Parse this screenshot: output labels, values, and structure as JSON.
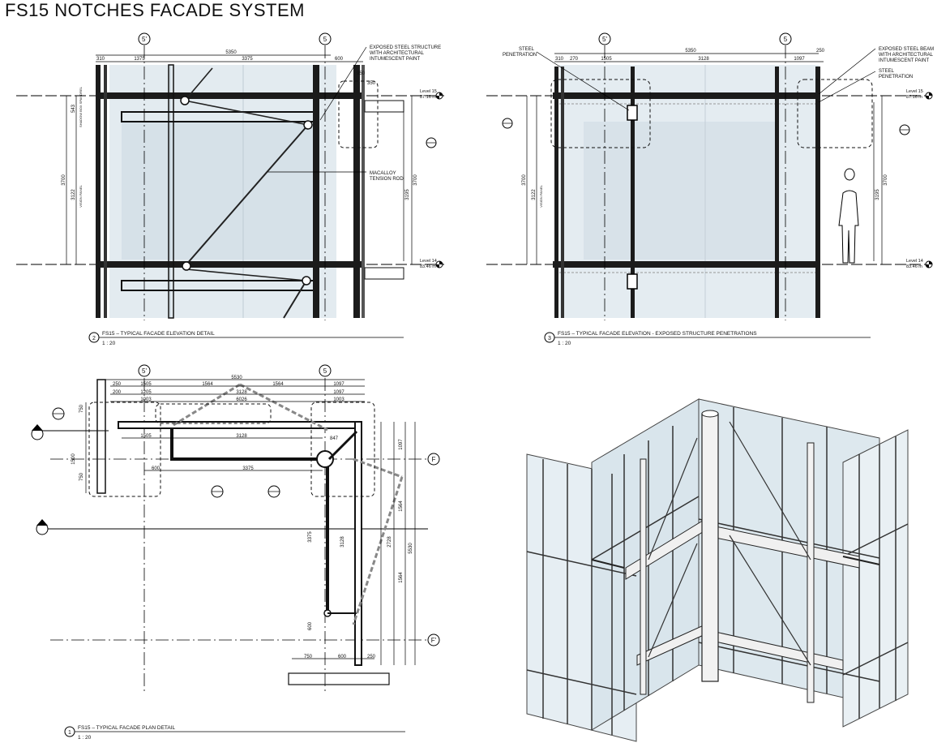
{
  "sheet": {
    "title": "FS15 NOTCHES FACADE SYSTEM"
  },
  "detail_elevation": {
    "grid_left": "5'",
    "grid_right": "5",
    "dim_total": "5350",
    "dim_left_offset": "310",
    "dim_seg_1": "1375",
    "dim_seg_2": "3375",
    "dim_seg_3": "600",
    "dim_350": "350",
    "dim_950": "950",
    "callout_steel": [
      "EXPOSED STEEL STRUCTURE",
      "WITH ARCHITECTURAL",
      "INTUMESCENT PAINT"
    ],
    "callout_rod": [
      "MACALLOY",
      "TENSION ROD"
    ],
    "level_top": "Level 15",
    "level_top_value": "87.16 m",
    "level_bottom": "Level 14",
    "level_bottom_value": "83.46 m",
    "dim_floor": "3700",
    "dim_vision": "3122",
    "dim_vision_label": "VISION PANEL",
    "dim_spandrel": "543",
    "dim_spandrel_label": "SHADOW BOX SPANDREL",
    "dim_3195": "3195",
    "caption_number": "2",
    "caption_title": "FS15 – TYPICAL FACADE ELEVATION DETAIL",
    "caption_scale": "1 : 20"
  },
  "detail_penetrations": {
    "grid_left": "5'",
    "grid_right": "5",
    "dim_total": "5350",
    "dim_left": "310",
    "dim_270": "270",
    "dim_1505": "1505",
    "dim_3128": "3128",
    "dim_1097": "1097",
    "dim_250": "250",
    "callout_penetration_left": [
      "STEEL",
      "PENETRATION"
    ],
    "callout_beam": [
      "EXPOSED STEEL BEAM",
      "WITH ARCHITECTURAL",
      "INTUMESCENT PAINT"
    ],
    "callout_penetration_right": [
      "STEEL",
      "PENETRATION"
    ],
    "level_top": "Level 15",
    "level_top_value": "87.16 m",
    "level_bottom": "Level 14",
    "level_bottom_value": "83.46 m",
    "dim_floor": "3700",
    "dim_vision": "3122",
    "dim_vision_label": "VISION PANEL",
    "dim_3195": "3195",
    "caption_number": "3",
    "caption_title": "FS15 – TYPICAL FACADE ELEVATION - EXPOSED STRUCTURE PENETRATIONS",
    "caption_scale": "1 : 20"
  },
  "detail_plan": {
    "grid_top_left": "5'",
    "grid_top_right": "5",
    "grid_f": "F",
    "grid_f_prime": "F'",
    "dim_5530": "5530",
    "dim_1564a": "1564",
    "dim_1564b": "1564",
    "dim_1097a": "1097",
    "dim_1097b": "1097",
    "dim_1505a": "1505",
    "dim_1205": "1205",
    "dim_3128a": "3128",
    "dim_1003a": "1003",
    "dim_1003b": "1003",
    "dim_6026": "6026",
    "dim_1505b": "1505",
    "dim_3128b": "3128",
    "dim_847": "847",
    "dim_600a": "600",
    "dim_3375a": "3375",
    "dim_750a": "750",
    "dim_1500": "1500",
    "dim_750b": "750",
    "dim_250a": "250",
    "dim_200a": "200",
    "dim_3375b": "3375",
    "dim_3128c": "3128",
    "dim_1097c": "1097",
    "dim_1564c": "1564",
    "dim_5530b": "5530",
    "dim_2728": "2728",
    "dim_1564d": "1564",
    "dim_600b": "600",
    "dim_750c": "750",
    "dim_600c": "600",
    "dim_250b": "250",
    "caption_number": "1",
    "caption_title": "FS15 – TYPICAL FACADE PLAN DETAIL",
    "caption_scale": "1 : 20"
  },
  "colors": {
    "ink": "#111111",
    "glass": "#dfe8ee",
    "glass_dark": "#c9d6de",
    "grid_line": "#000000",
    "frame": "#1a1a1a"
  }
}
